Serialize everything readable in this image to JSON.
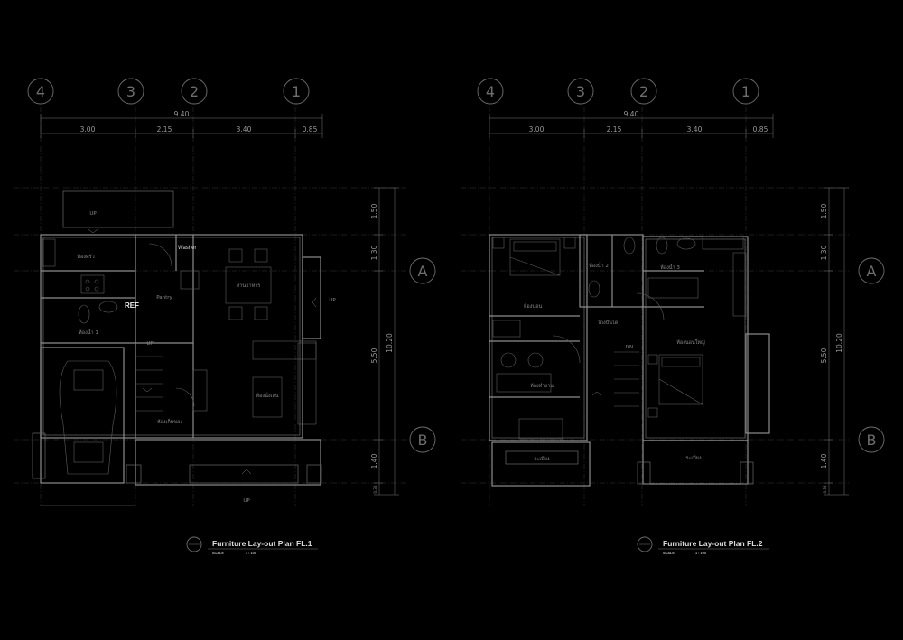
{
  "plans": [
    {
      "id": "fl1",
      "title": "Furniture Lay-out Plan  FL.1",
      "scale_label": "SCALE",
      "scale_value": "1 : 100",
      "grid_columns": [
        "4",
        "3",
        "2",
        "1"
      ],
      "grid_rows": [
        "A",
        "B"
      ],
      "overall_width": "9.40",
      "column_dims": [
        "3.00",
        "2.15",
        "3.40",
        "0.85"
      ],
      "row_dims": [
        "1.50",
        "1.30",
        "5.50",
        "1.40",
        "0.35"
      ],
      "overall_height": "10.20",
      "rooms": [
        "ห้องครัว",
        "ห้องน้ำ 1",
        "ทานอาหาร",
        "ห้องนั่งเล่น",
        "ห้องเก็บของ",
        "Pantry"
      ],
      "tags": [
        "Washer",
        "REF",
        "UP",
        "UP",
        "UP",
        "UP"
      ]
    },
    {
      "id": "fl2",
      "title": "Furniture Lay-out Plan  FL.2",
      "scale_label": "SCALE",
      "scale_value": "1 : 100",
      "grid_columns": [
        "4",
        "3",
        "2",
        "1"
      ],
      "grid_rows": [
        "A",
        "B"
      ],
      "overall_width": "9.40",
      "column_dims": [
        "3.00",
        "2.15",
        "3.40",
        "0.85"
      ],
      "row_dims": [
        "1.50",
        "1.30",
        "5.50",
        "1.40",
        "0.35"
      ],
      "overall_height": "10.20",
      "rooms": [
        "ห้องนอน",
        "ห้องน้ำ 2",
        "ห้องน้ำ 3",
        "ห้องนอนใหญ่",
        "โถงบันได",
        "ห้องทำงาน",
        "ระเบียง",
        "ระเบียง"
      ],
      "tags": [
        "DN"
      ]
    }
  ]
}
